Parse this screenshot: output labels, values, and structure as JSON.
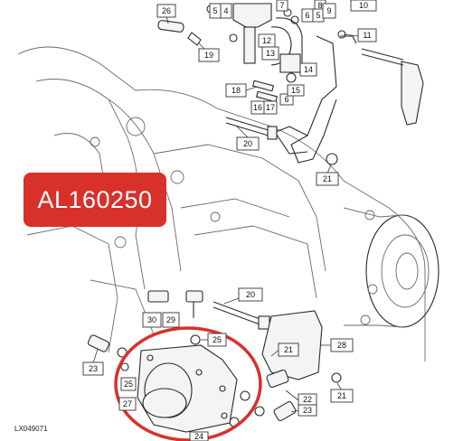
{
  "badge": {
    "text": "AL160250",
    "color": "#d8302b"
  },
  "figure_id": "LX049071",
  "highlight_color": "#d8302b",
  "callouts": [
    {
      "label": "26",
      "at": "top-left-valve"
    },
    {
      "label": "5"
    },
    {
      "label": "4"
    },
    {
      "label": "7"
    },
    {
      "label": "8"
    },
    {
      "label": "6"
    },
    {
      "label": "5"
    },
    {
      "label": "9"
    },
    {
      "label": "10"
    },
    {
      "label": "11"
    },
    {
      "label": "12"
    },
    {
      "label": "13"
    },
    {
      "label": "14"
    },
    {
      "label": "19"
    },
    {
      "label": "18"
    },
    {
      "label": "16"
    },
    {
      "label": "17"
    },
    {
      "label": "6"
    },
    {
      "label": "15"
    },
    {
      "label": "20"
    },
    {
      "label": "21"
    },
    {
      "label": "20"
    },
    {
      "label": "30"
    },
    {
      "label": "29"
    },
    {
      "label": "25"
    },
    {
      "label": "21"
    },
    {
      "label": "28"
    },
    {
      "label": "23"
    },
    {
      "label": "25"
    },
    {
      "label": "27"
    },
    {
      "label": "22"
    },
    {
      "label": "23"
    },
    {
      "label": "21"
    },
    {
      "label": "24"
    }
  ]
}
